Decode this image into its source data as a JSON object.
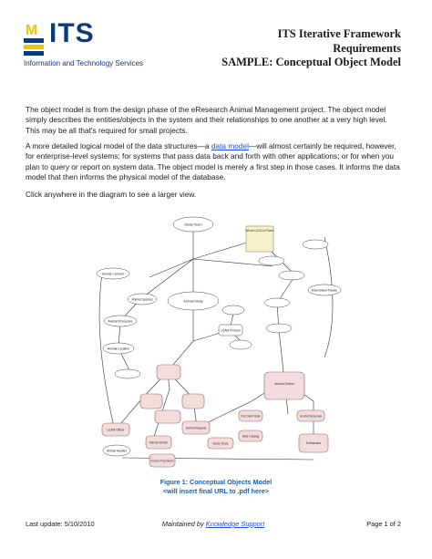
{
  "logo": {
    "mark": "M",
    "text": "ITS",
    "subtitle": "Information and Technology Services"
  },
  "header": {
    "line1": "ITS Iterative Framework",
    "line2": "Requirements",
    "line3": "SAMPLE: Conceptual Object Model"
  },
  "body": {
    "p1": "The object model is from the design phase of the eResearch Animal Management project. The object model simply describes the entities/objects in the system and their relationships to one another at a very high level. This may be all that's required for small projects.",
    "p2_before": "A more detailed logical model of the data structures—a ",
    "p2_link": "data model",
    "p2_after": "—will almost certainly be required, however, for enterprise-level systems; for systems that pass data back and forth with other applications; or for when you plan to query or report on system data. The object model is merely a first step in those cases. It informs the data model that then informs the physical model of the database.",
    "p3": "Click anywhere in the diagram to see a larger view."
  },
  "diagram": {
    "entities": [
      "Study Team",
      "Whole UCUCA Phase",
      "Animal Concern",
      "Animal Species",
      "Animal Procedure",
      "Animal Location",
      "ULAM Protocol",
      "Animal Study",
      "Animal Request",
      "Study Years",
      "ULAM Officer",
      "Animal Vendor",
      "Animal Handler",
      "Invoice Payments",
      "Per Diem Rate",
      "Rate Catalog",
      "ULAM Personnel",
      "Animal Orders",
      "Euthanasia",
      "Amendment Tracker"
    ]
  },
  "caption": {
    "line1": "Figure 1: Conceptual Objects Model",
    "line2": "<will insert final URL to .pdf here>"
  },
  "footer": {
    "left": "Last update: 5/10/2010",
    "center_prefix": "Maintained by ",
    "center_link": "Knowledge Support",
    "right": "Page 1 of 2"
  },
  "colors": {
    "brand_blue": "#0b3a7a",
    "brand_yellow": "#f2c300",
    "link": "#1f4fd1",
    "caption": "#1f5ca8",
    "entity_fill": "#f2dcdc",
    "entity_stroke": "#9a6262"
  }
}
